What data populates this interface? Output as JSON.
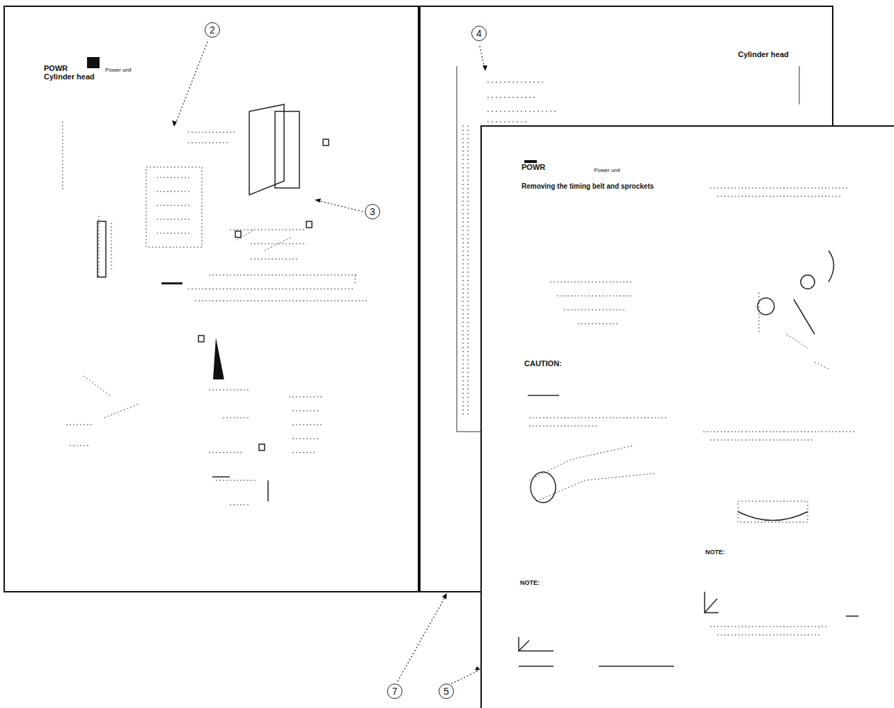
{
  "diagram": {
    "nodes": [
      {
        "text": [
          "POWR",
          "Power unit",
          "Cylinder head"
        ]
      },
      {
        "text": [
          "Cylinder head"
        ]
      },
      {
        "text": [
          "POWR",
          "Power unit",
          "Removing the timing belt and sprockets",
          "CAUTION:",
          "NOTE:",
          "NOTE:"
        ]
      }
    ],
    "edges": [],
    "labels": [
      "2",
      "3",
      "4",
      "7",
      "5"
    ]
  }
}
